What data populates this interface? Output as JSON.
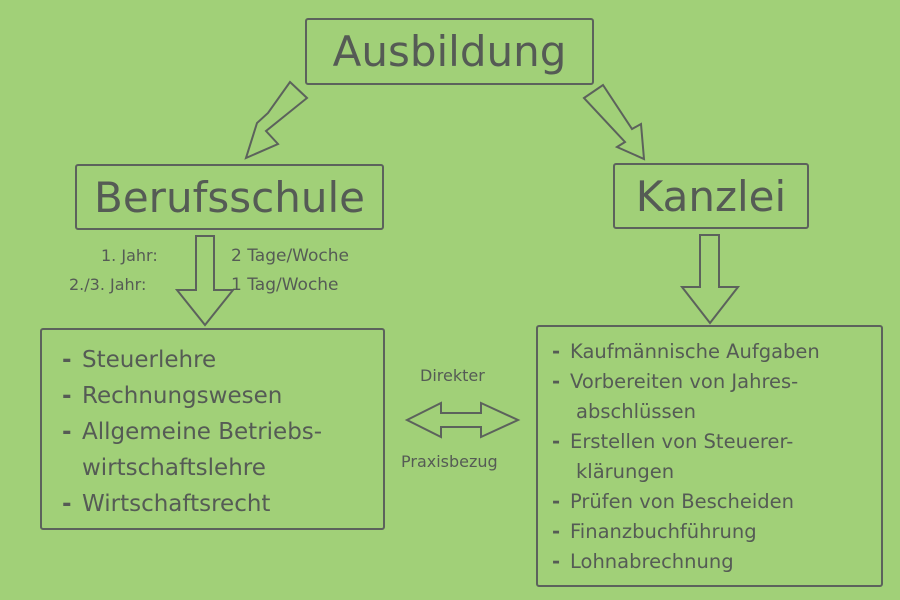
{
  "diagram": {
    "root": "Ausbildung",
    "left": {
      "title": "Berufsschule",
      "schedule": [
        {
          "label": "1. Jahr:",
          "value": "2 Tage/Woche"
        },
        {
          "label": "2./3. Jahr:",
          "value": "1 Tag/Woche"
        }
      ],
      "items": [
        [
          "Steuerlehre"
        ],
        [
          "Rechnungswesen"
        ],
        [
          "Allgemeine Betriebs-",
          "wirtschaftslehre"
        ],
        [
          "Wirtschaftsrecht"
        ]
      ]
    },
    "right": {
      "title": "Kanzlei",
      "items": [
        [
          "Kaufmännische Aufgaben"
        ],
        [
          "Vorbereiten von Jahres-",
          "abschlüssen"
        ],
        [
          "Erstellen von Steuerer-",
          "klärungen"
        ],
        [
          "Prüfen von Bescheiden"
        ],
        [
          "Finanzbuchführung"
        ],
        [
          "Lohnabrechnung"
        ]
      ]
    },
    "connector": {
      "top": "Direkter",
      "bottom": "Praxisbezug"
    },
    "bullet": "-"
  },
  "colors": {
    "background": "#a1d078",
    "stroke": "#5c625c",
    "text": "#555b55"
  }
}
